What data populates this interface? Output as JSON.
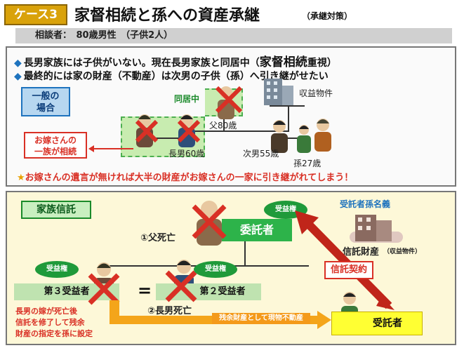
{
  "header": {
    "badge": "ケース3",
    "title": "家督相続と孫への資産承継",
    "subtitle": "（承継対策）"
  },
  "consultant": "相談者：　80歳男性　（子供2人）",
  "top": {
    "bullet1_a": "長男家族には子供がいない。現在長男家族と同居中（",
    "bullet1_big": "家督相続",
    "bullet1_b": "重視）",
    "bullet2": "最終的には家の財産（不動産）は次男の子供（孫）へ引き継がせたい",
    "general_case": [
      "一般の",
      "場合"
    ],
    "cohabiting": "同居中",
    "property": "収益物件",
    "father": "父80歳",
    "eldest": "長男60歳",
    "second": "次男55歳",
    "grandchild": "孫27歳",
    "wife_family": [
      "お嫁さんの",
      "一族が相続"
    ],
    "warning": "お嫁さんの遺言が無ければ大半の財産がお嫁さんの一家に引き継がれてしまう！"
  },
  "trust": {
    "label": "家族信託",
    "trustee_label": "受託者孫名義",
    "settlor": "委託者",
    "beneficiary_right": "受益権",
    "father_death": "①父死亡",
    "eldest_death": "②長男死亡",
    "trust_property": "信託財産",
    "trust_property_note": "（収益物件）",
    "contract": "信託契約",
    "third_beneficiary": "第３受益者",
    "second_beneficiary": "第２受益者",
    "equals": "=",
    "trustee": "受託者",
    "residual_note": "残余財産として現物不動産",
    "footnote": [
      "長男の嫁が死亡後",
      "信託を修了して残余",
      "財産の指定を孫に設定"
    ]
  },
  "colors": {
    "accent_red": "#d93025",
    "trust_green": "#2db34a",
    "badge_gold": "#d9a20a",
    "bullet_blue": "#1e73be"
  }
}
